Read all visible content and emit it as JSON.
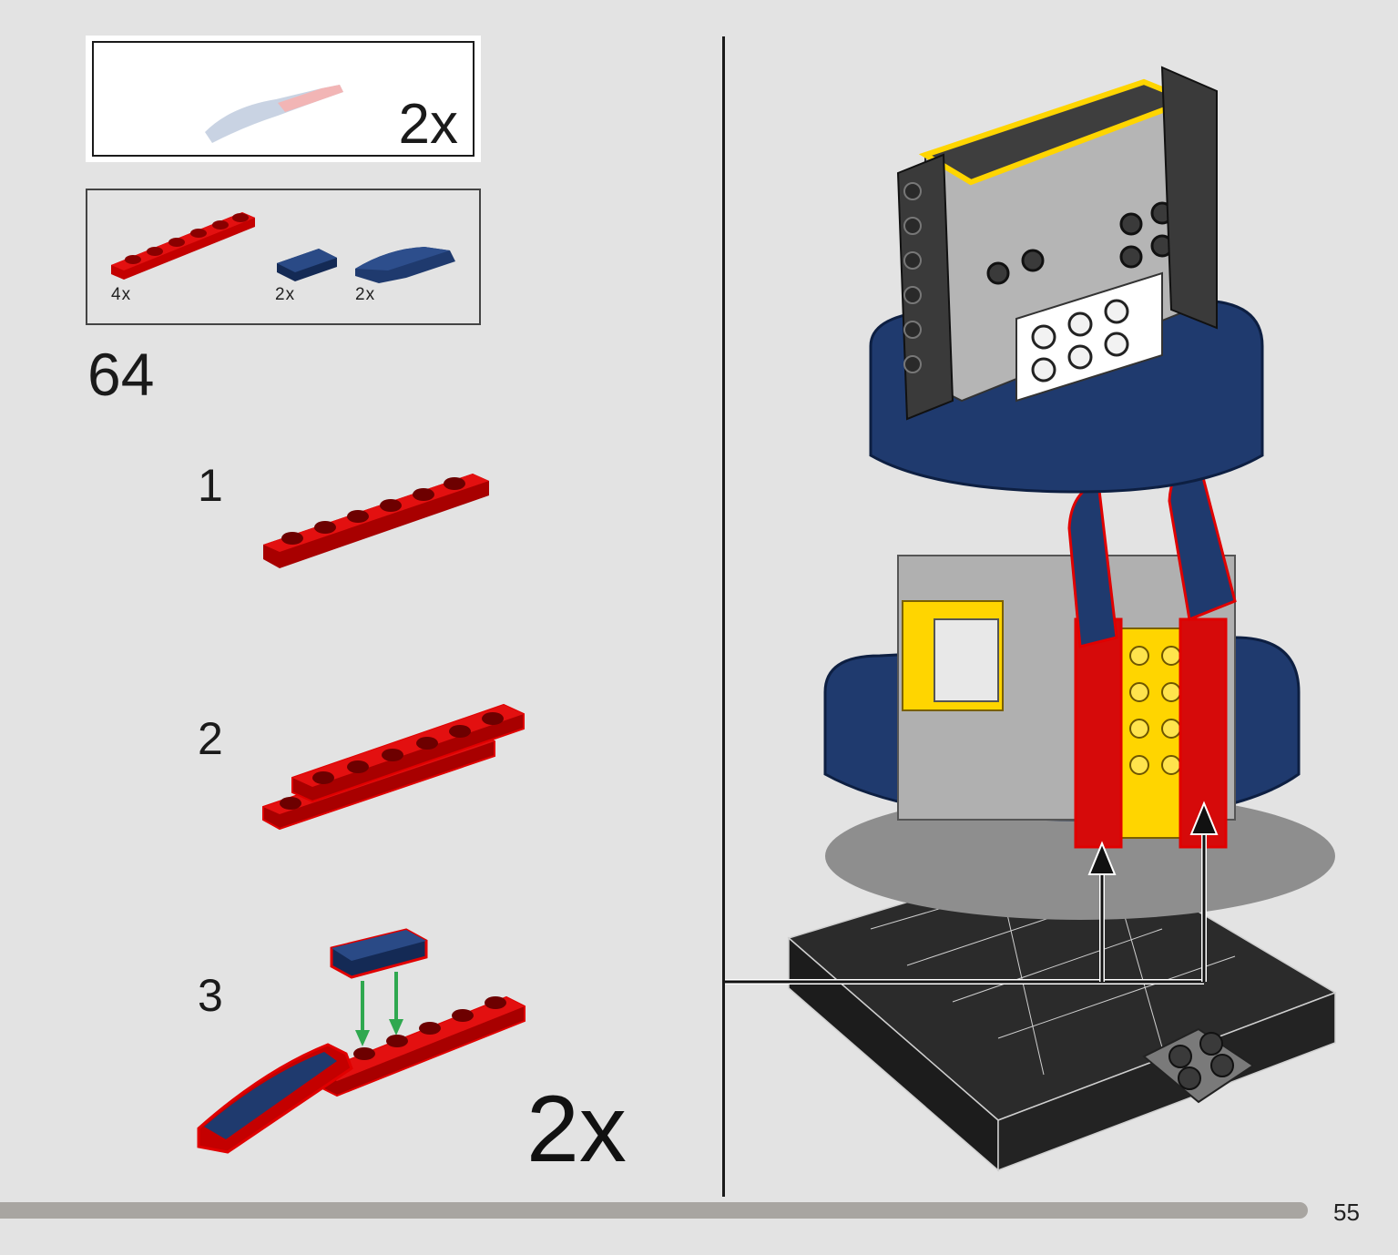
{
  "callout": {
    "multiplier": "2x"
  },
  "parts_list": {
    "items": [
      {
        "name": "red-plate-1x6",
        "qty": "4x",
        "color": "#d60a0a"
      },
      {
        "name": "blue-tile-1x2",
        "qty": "2x",
        "color": "#1f3a6e"
      },
      {
        "name": "blue-curved-slope",
        "qty": "2x",
        "color": "#1f3a6e"
      }
    ]
  },
  "step": {
    "number": "64",
    "substeps": [
      {
        "number": "1"
      },
      {
        "number": "2"
      },
      {
        "number": "3"
      }
    ],
    "multiplier": "2x"
  },
  "colors": {
    "red": "#d60a0a",
    "dark_blue": "#1f3a6e",
    "yellow": "#ffd500",
    "dark_grey": "#3a3a3a",
    "light_grey": "#b5b5b5",
    "white": "#ffffff",
    "highlight_red": "#e00000",
    "arrow_green": "#2fa84f"
  },
  "page": {
    "number": "55",
    "progress": 0.935
  }
}
